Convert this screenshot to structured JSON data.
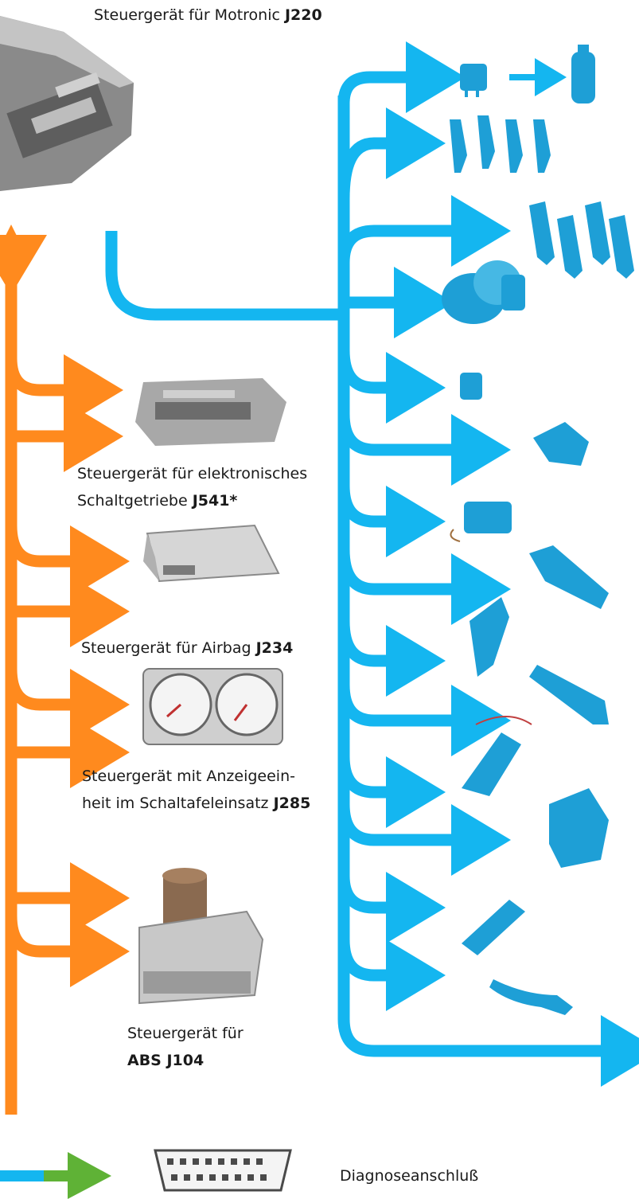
{
  "labels": {
    "motronic": {
      "text": "Steuergerät für Motronic ",
      "code": "J220"
    },
    "gearbox": {
      "line1": "Steuergerät für elektronisches",
      "line2": "Schaltgetriebe ",
      "code": "J541*"
    },
    "airbag": {
      "text": "Steuergerät für Airbag ",
      "code": "J234"
    },
    "instrument": {
      "line1": "Steuergerät mit Anzeigeein-",
      "line2": "heit im Schaltafeleinsatz ",
      "code": "J285"
    },
    "abs": {
      "line1": "Steuergerät für",
      "code": "ABS J104"
    },
    "diagnosis": {
      "text": "Diagnoseanschluß"
    }
  },
  "colors": {
    "can_drive": "#ff8a1e",
    "motronic_bus": "#14b6f0",
    "diagnosis": "#5fb236",
    "component": "#1e9fd6",
    "unit_gray": "#a8a8a8"
  }
}
